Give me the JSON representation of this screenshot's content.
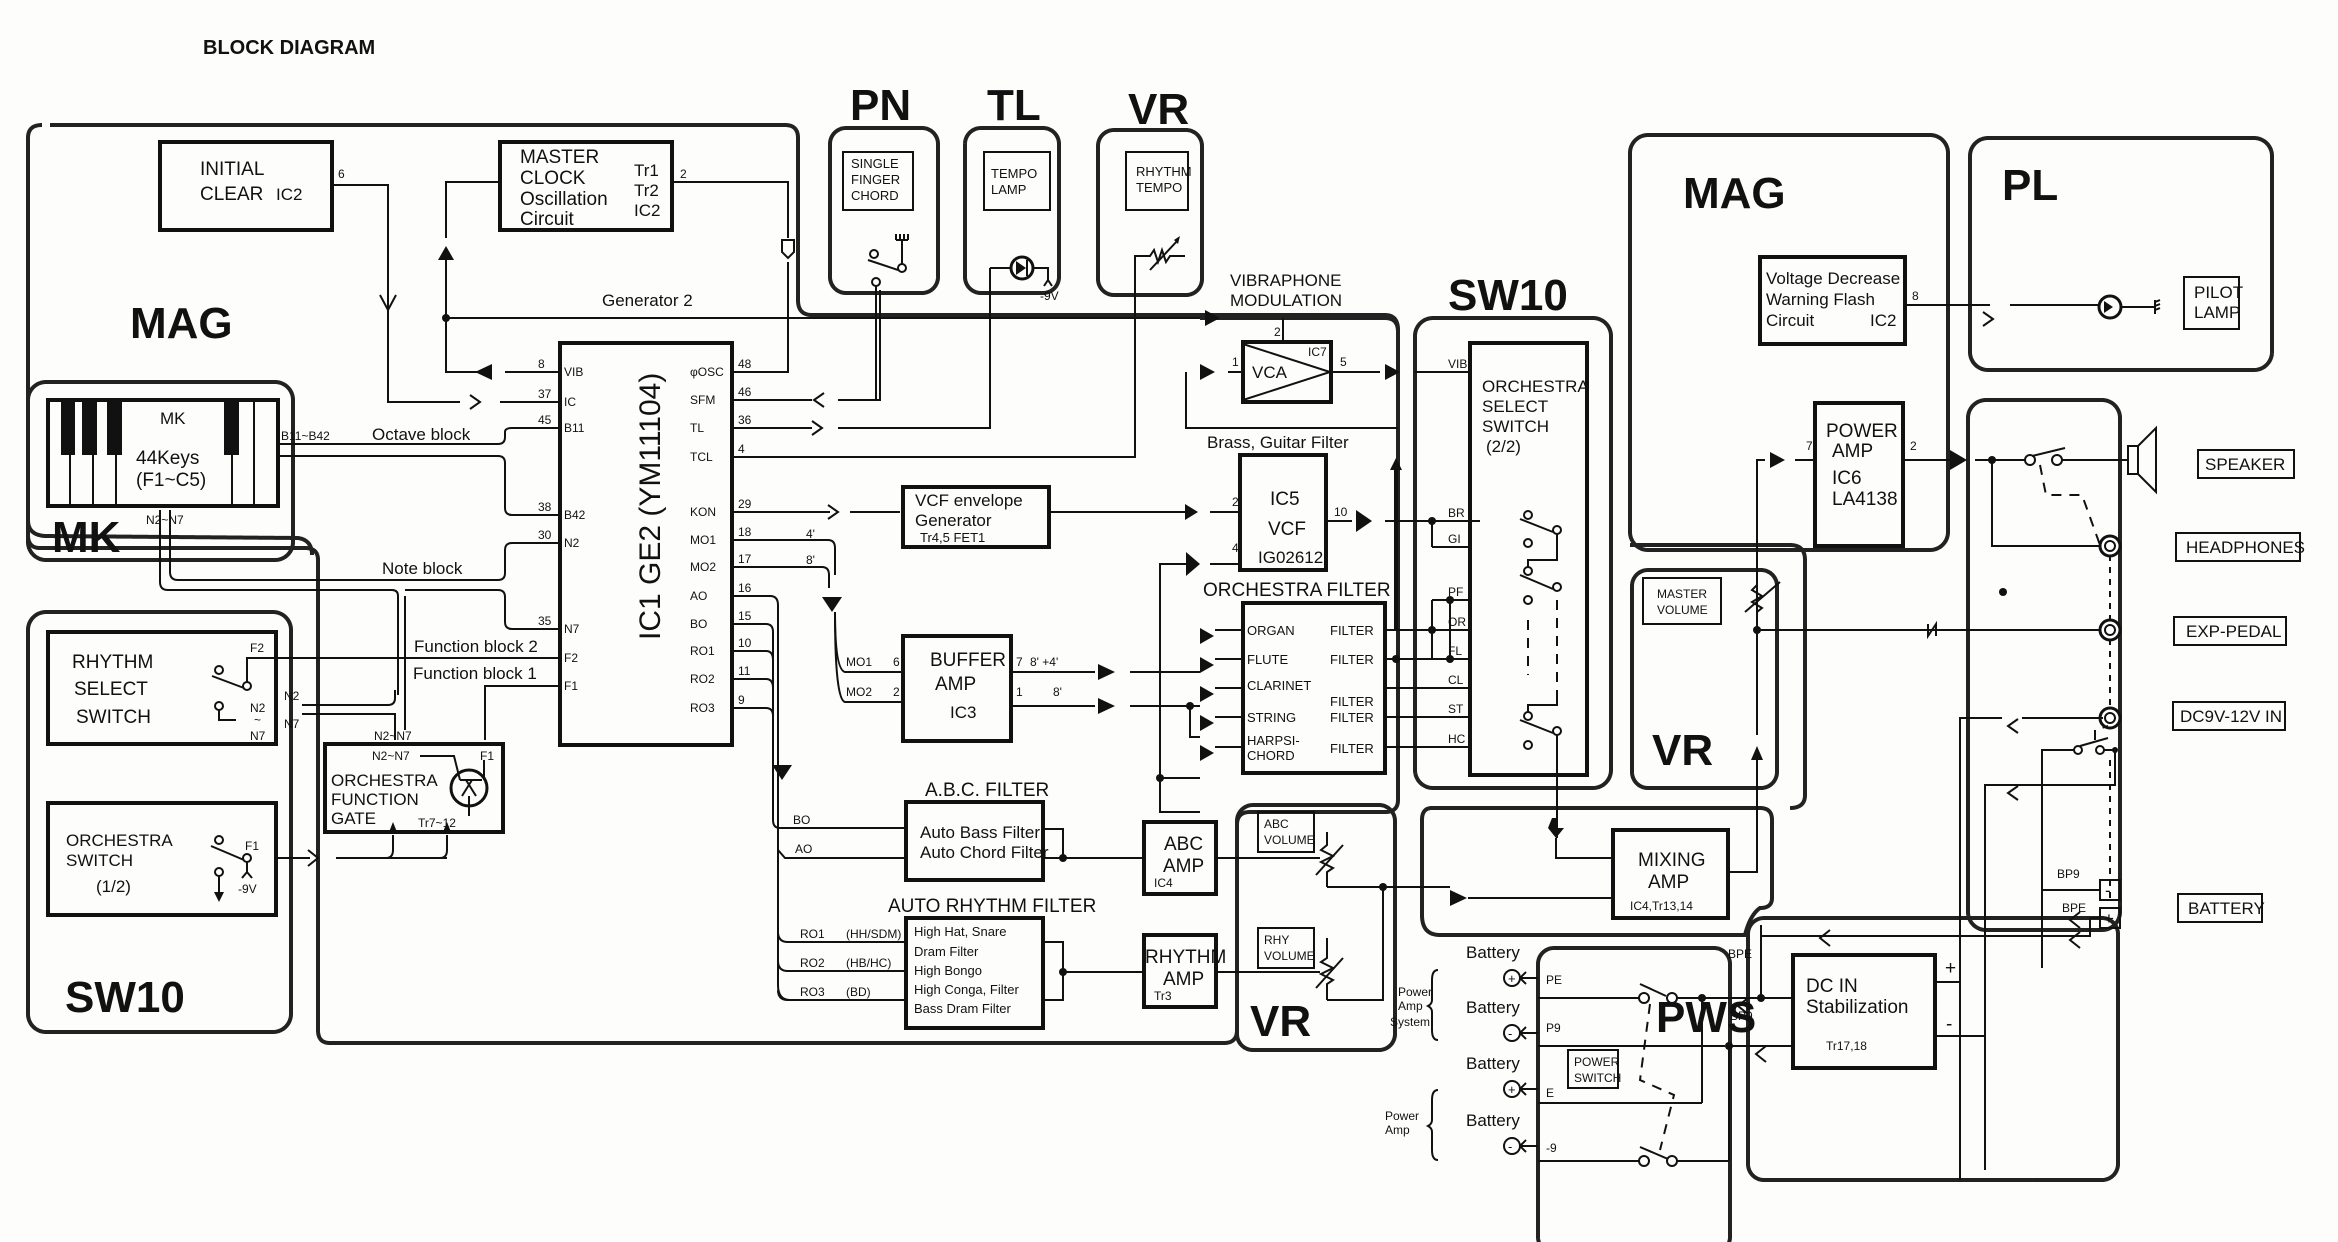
{
  "title": "BLOCK DIAGRAM",
  "groups": {
    "mag_top": "MAG",
    "mk": "MK",
    "sw10_left": "SW10",
    "pn": "PN",
    "tl": "TL",
    "vr_top": "VR",
    "sw10_right": "SW10",
    "mag_right": "MAG",
    "pl": "PL",
    "vr_master": "VR",
    "vr_bottom": "VR",
    "pws": "PWS"
  },
  "blocks": {
    "initial_clear": {
      "line1": "INITIAL",
      "line2": "CLEAR",
      "ic": "IC2",
      "pin": "6"
    },
    "master_clock": {
      "line1": "MASTER",
      "line2": "CLOCK",
      "line3": "Oscillation",
      "line4": "Circuit",
      "c1": "Tr1",
      "c2": "Tr2",
      "c3": "IC2",
      "pin": "2"
    },
    "keyboard": {
      "name": "MK",
      "keys": "44Keys",
      "range": "(F1~C5)",
      "bus_octave": "B11~B42",
      "bus_note": "N2~N7"
    },
    "rhythm_select": {
      "line1": "RHYTHM",
      "line2": "SELECT",
      "line3": "SWITCH",
      "f2": "F2",
      "n2": "N2",
      "n7": "N7",
      "n_range_top": "N2",
      "n_range_bot": "N7",
      "n_range_mid": "~"
    },
    "orchestra_switch": {
      "line1": "ORCHESTRA",
      "line2": "SWITCH",
      "line3": "(1/2)",
      "f1": "F1",
      "volt": "-9V"
    },
    "orch_gate": {
      "line1": "ORCHESTRA",
      "line2": "FUNCTION",
      "line3": "GATE",
      "tr": "Tr7~12",
      "in": "N2~N7",
      "top": "N2~N7",
      "f1": "F1"
    },
    "ic1": {
      "name": "IC1 GE2 (YM11104)",
      "left_pins": [
        {
          "num": "8",
          "name": "VIB"
        },
        {
          "num": "37",
          "name": "IC"
        },
        {
          "num": "45",
          "name": "B11"
        },
        {
          "num": "38",
          "name": "B42"
        },
        {
          "num": "30",
          "name": "N2"
        },
        {
          "num": "35",
          "name": "N7"
        },
        {
          "num": "",
          "name": "F2"
        },
        {
          "num": "",
          "name": "F1"
        }
      ],
      "right_pins": [
        {
          "num": "48",
          "name": "φOSC"
        },
        {
          "num": "46",
          "name": "SFM"
        },
        {
          "num": "36",
          "name": "TL"
        },
        {
          "num": "4",
          "name": "TCL"
        },
        {
          "num": "29",
          "name": "KON"
        },
        {
          "num": "18",
          "name": "MO1"
        },
        {
          "num": "17",
          "name": "MO2"
        },
        {
          "num": "16",
          "name": "AO"
        },
        {
          "num": "15",
          "name": "BO"
        },
        {
          "num": "10",
          "name": "RO1"
        },
        {
          "num": "11",
          "name": "RO2"
        },
        {
          "num": "9",
          "name": "RO3"
        }
      ]
    },
    "single_finger": {
      "line1": "SINGLE",
      "line2": "FINGER",
      "line3": "CHORD"
    },
    "tempo_lamp": {
      "line1": "TEMPO",
      "line2": "LAMP",
      "volt": "-9V"
    },
    "rhythm_tempo": {
      "line1": "RHYTHM",
      "line2": "TEMPO"
    },
    "vca": {
      "name": "VCA",
      "ic": "IC7",
      "pin_in": "1",
      "pin_ctl": "2",
      "pin_out": "5"
    },
    "vcf_env": {
      "line1": "VCF envelope",
      "line2": "Generator",
      "line3": "Tr4,5 FET1"
    },
    "vcf": {
      "line1": "IC5",
      "line2": "VCF",
      "line3": "IG02612",
      "pin_a": "2",
      "pin_b": "4",
      "pin_out": "10"
    },
    "buffer_amp": {
      "line1": "BUFFER",
      "line2": "AMP",
      "line3": "IC3",
      "in1": "MO1",
      "in2": "MO2",
      "p6": "6",
      "p2": "2",
      "p7": "7",
      "p1": "1",
      "out1": "8' +4'",
      "out2": "8'"
    },
    "orchestra_filter": {
      "title": "ORCHESTRA FILTER",
      "rows": [
        {
          "left": "ORGAN",
          "right": "FILTER"
        },
        {
          "left": "FLUTE",
          "right": "FILTER"
        },
        {
          "left": "CLARINET",
          "right": "FILTER"
        },
        {
          "left": "STRING",
          "right": "FILTER"
        },
        {
          "left": "HARPSI-CHORD",
          "right": "FILTER"
        }
      ]
    },
    "orch_select": {
      "line1": "ORCHESTRA",
      "line2": "SELECT",
      "line3": "SWITCH",
      "line4": "(2/2)",
      "inputs": [
        "VIB",
        "BR",
        "GI",
        "PF",
        "OR",
        "FL",
        "CL",
        "ST",
        "HC"
      ]
    },
    "abc_filter": {
      "title": "A.B.C. FILTER",
      "line1": "Auto Bass Filter",
      "line2": "Auto Chord Filter",
      "in_bo": "BO",
      "in_ao": "AO"
    },
    "abc_amp": {
      "line1": "ABC",
      "line2": "AMP",
      "ic": "IC4"
    },
    "rhythm_filter": {
      "title": "AUTO RHYTHM FILTER",
      "lines": [
        "High Hat, Snare",
        "Dram Filter",
        "High Bongo",
        "High Conga, Filter",
        "Bass Dram Filter"
      ],
      "inputs": [
        {
          "pin": "RO1",
          "tag": "(HH/SDM)"
        },
        {
          "pin": "RO2",
          "tag": "(HB/HC)"
        },
        {
          "pin": "RO3",
          "tag": "(BD)"
        }
      ]
    },
    "rhythm_amp": {
      "line1": "RHYTHM",
      "line2": "AMP",
      "tr": "Tr3"
    },
    "abc_volume": {
      "line1": "ABC",
      "line2": "VOLUME"
    },
    "rhy_volume": {
      "line1": "RHY",
      "line2": "VOLUME"
    },
    "master_volume": {
      "line1": "MASTER",
      "line2": "VOLUME"
    },
    "mixing_amp": {
      "line1": "MIXING",
      "line2": "AMP",
      "ic": "IC4,Tr13,14"
    },
    "voltage_warn": {
      "line1": "Voltage Decrease",
      "line2": "Warning Flash",
      "line3": "Circuit",
      "ic": "IC2",
      "pin": "8"
    },
    "pilot_lamp": {
      "line1": "PILOT",
      "line2": "LAMP"
    },
    "power_amp": {
      "line1": "POWER",
      "line2": "AMP",
      "line3": "IC6",
      "line4": "LA4138",
      "pin_in": "7",
      "pin_out": "2"
    },
    "dc_in": {
      "line1": "DC IN",
      "line2": "Stabilization",
      "tr": "Tr17,18",
      "plus": "+",
      "minus": "-"
    },
    "power_switch": {
      "line1": "POWER",
      "line2": "SWITCH"
    }
  },
  "wire_labels": {
    "generator2": "Generator 2",
    "octave_block": "Octave block",
    "note_block": "Note block",
    "func_block2": "Function block 2",
    "func_block1": "Function block 1",
    "vib_mod1": "VIBRAPHONE",
    "vib_mod2": "MODULATION",
    "brass_guitar": "Brass, Guitar Filter",
    "foot4": "4'",
    "foot8": "8'",
    "power_amp1": "Power",
    "power_amp2": "Amp",
    "system": "System",
    "bp9": "BP9",
    "bpe": "BPE",
    "pe": "PE",
    "p9": "P9",
    "e": "E",
    "m9": "-9"
  },
  "batteries": [
    {
      "label": "Battery",
      "sign": "+"
    },
    {
      "label": "Battery",
      "sign": "-"
    },
    {
      "label": "Battery",
      "sign": "+"
    },
    {
      "label": "Battery",
      "sign": "-"
    }
  ],
  "jacks": {
    "speaker": "SPEAKER",
    "headphones": "HEADPHONES",
    "exp_pedal": "EXP-PEDAL",
    "dc_in": "DC9V-12V IN",
    "battery": "BATTERY",
    "batt_minus": "-",
    "batt_plus": "+"
  }
}
